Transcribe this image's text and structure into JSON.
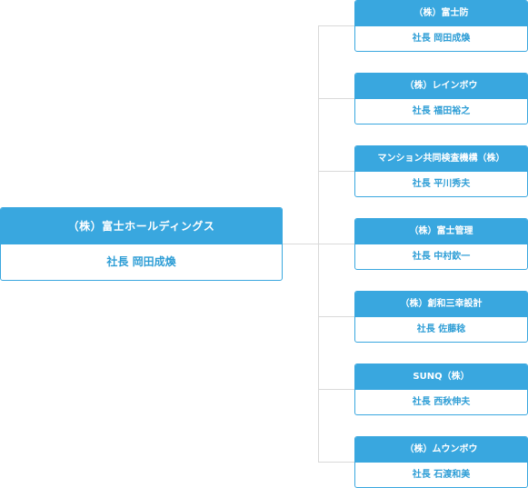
{
  "parent": {
    "company": "（株）富士ホールディングス",
    "president": "社長 岡田成煥"
  },
  "children": [
    {
      "company": "（株）富士防",
      "president": "社長 岡田成煥"
    },
    {
      "company": "（株）レインボウ",
      "president": "社長 福田裕之"
    },
    {
      "company": "マンション共同検査機構（株）",
      "president": "社長 平川秀夫"
    },
    {
      "company": "（株）富士管理",
      "president": "社長 中村欽一"
    },
    {
      "company": "（株）創和三幸設計",
      "president": "社長 佐藤稔"
    },
    {
      "company": "SUNQ（株）",
      "president": "社長 西秋伸夫"
    },
    {
      "company": "（株）ムウンボウ",
      "president": "社長 石渡和美"
    }
  ],
  "colors": {
    "accent": "#39a7df",
    "text_accent": "#2f9ed6",
    "connector": "#d9d9d9"
  }
}
